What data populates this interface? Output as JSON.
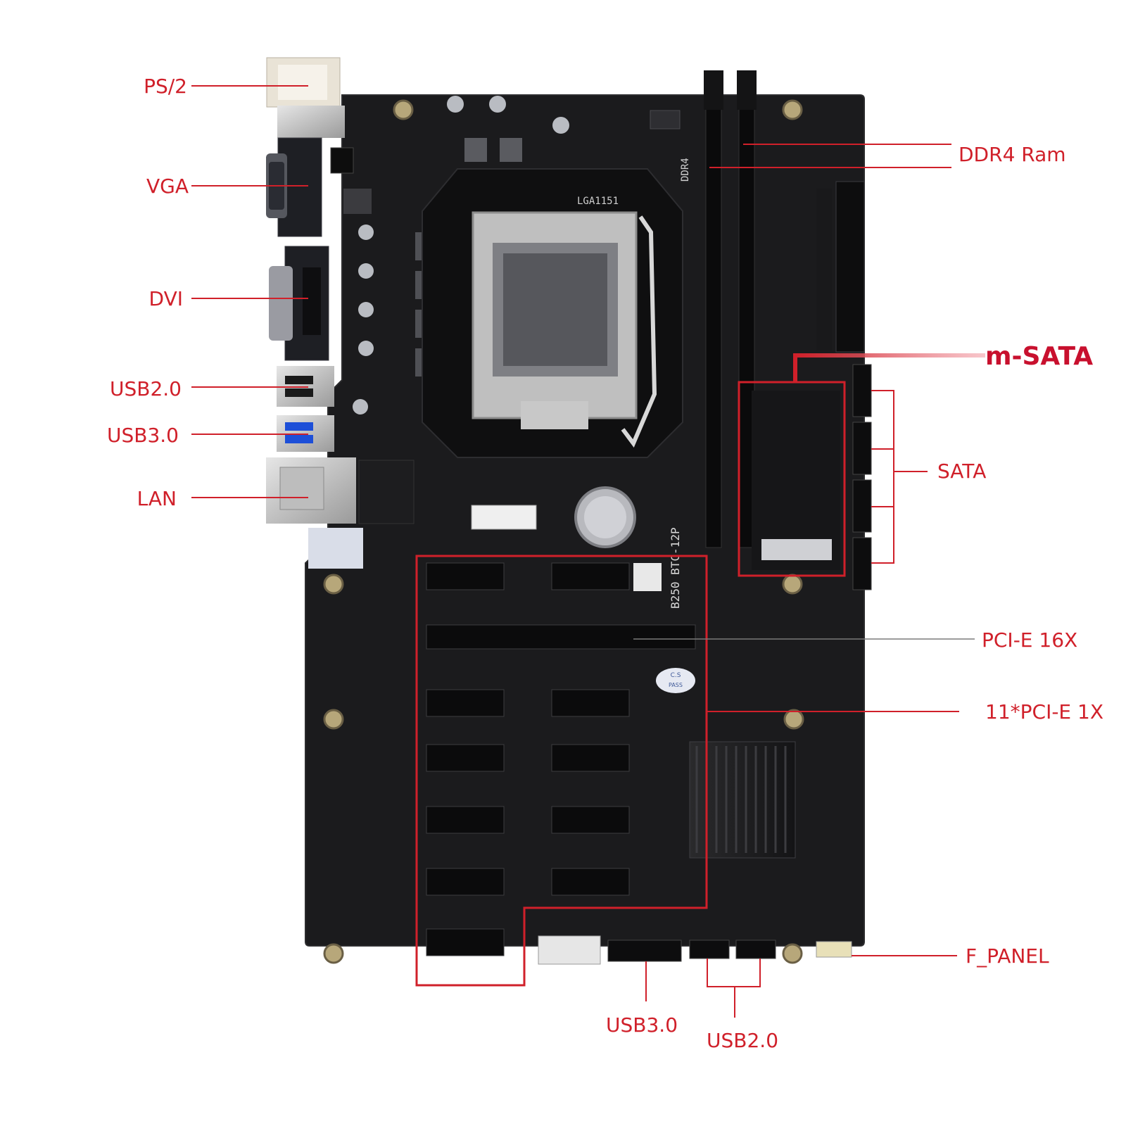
{
  "board": {
    "socket_text": "LGA1151",
    "ddr_text": "DDR4",
    "model_text": "B250 BTC-12P",
    "cs_text": "C.S",
    "pass_text": "PASS"
  },
  "labels": {
    "ps2": "PS/2",
    "vga": "VGA",
    "dvi": "DVI",
    "usb20_rear": "USB2.0",
    "usb30_rear": "USB3.0",
    "lan": "LAN",
    "ddr4": "DDR4 Ram",
    "msata": "m-SATA",
    "sata": "SATA",
    "pcie16": "PCI-E 16X",
    "pcie1": "11*PCI-E 1X",
    "fpanel": "F_PANEL",
    "usb30_bottom": "USB3.0",
    "usb20_bottom": "USB2.0"
  },
  "colors": {
    "pcb": "#1b1b1d",
    "annotation_red": "#d0202a",
    "slot_black": "#0b0b0c",
    "metal": "#c9c9c9",
    "io_shield": "#d8d8d8"
  }
}
